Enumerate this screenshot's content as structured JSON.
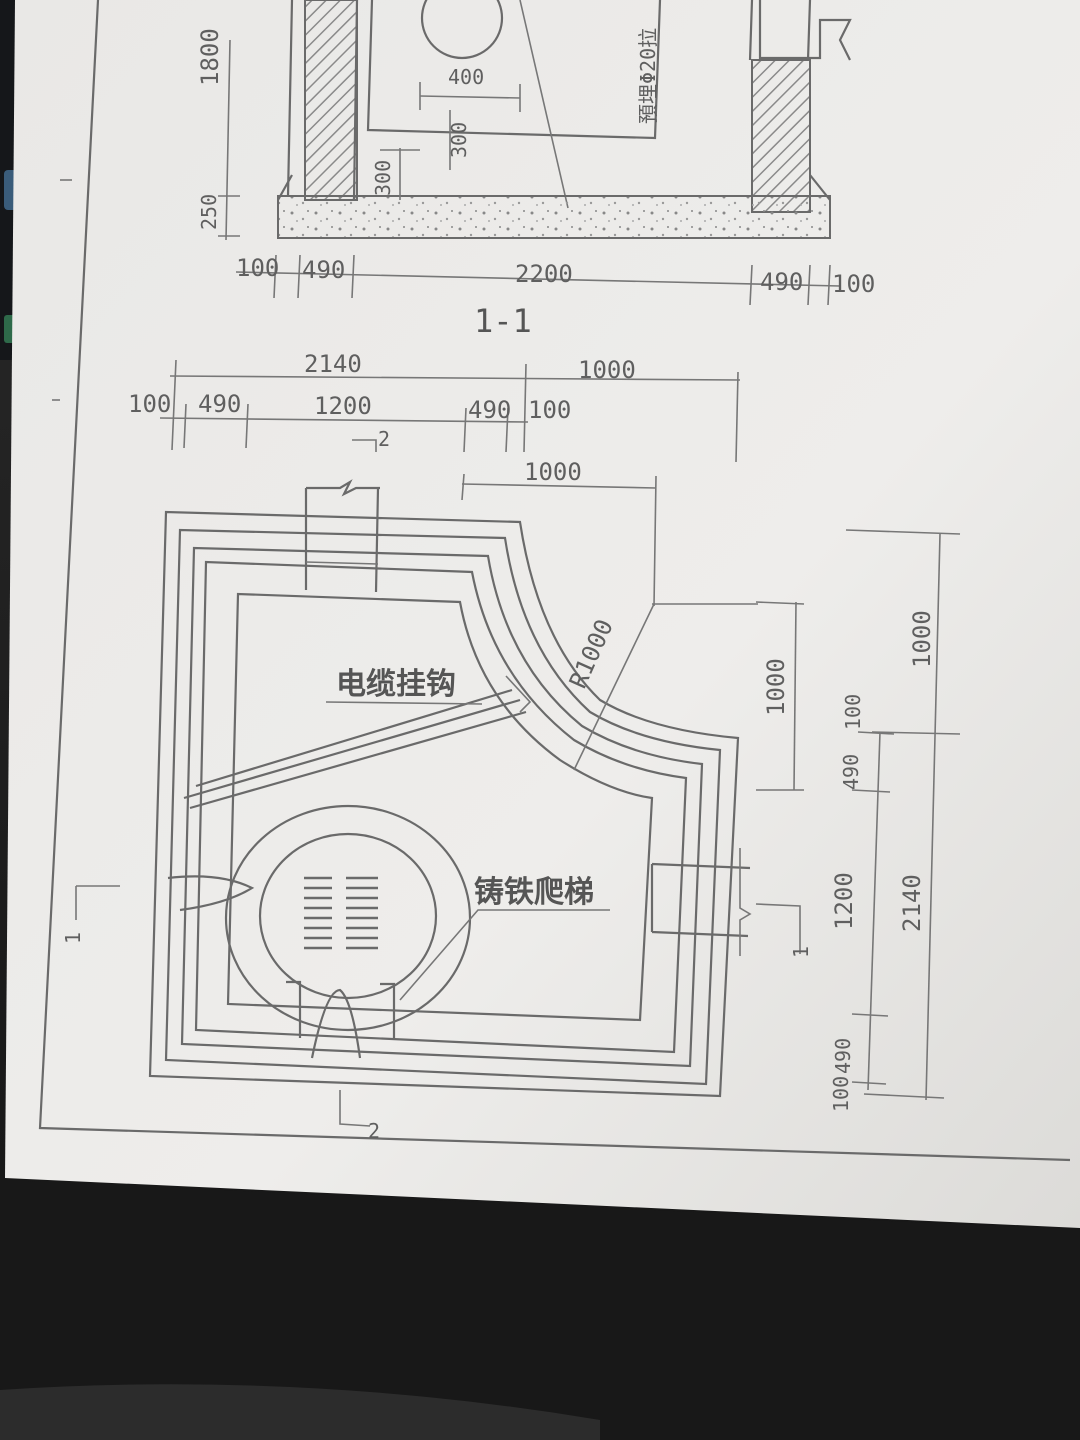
{
  "section_view": {
    "title": "1-1",
    "heights": {
      "top": "1800",
      "bottom": "250"
    },
    "inner_labels": {
      "pipe_width": "400",
      "level_a": "300",
      "level_b": "300"
    },
    "rotated_note": "預埋Φ20拉",
    "bottom_dims": [
      "100",
      "490",
      "2200",
      "490",
      "100"
    ]
  },
  "plan_view": {
    "top_dims_row1": [
      "2140",
      "1000"
    ],
    "top_dims_row2": [
      "100",
      "490",
      "1200",
      "490",
      "100"
    ],
    "top_dim_inner": "1000",
    "radius_label": "R1000",
    "right_dim_inner": "1000",
    "right_dims_col1": [
      "100",
      "490",
      "1200",
      "490",
      "100"
    ],
    "right_dims_col2": [
      "1000",
      "2140"
    ],
    "cable_hook_label": "电缆挂钩",
    "ladder_label": "铸铁爬梯",
    "section_marker_1": "1",
    "section_marker_2": "2"
  },
  "colors": {
    "paper": "#ecebe8",
    "ink": "#666666",
    "background": "#1f2021"
  }
}
